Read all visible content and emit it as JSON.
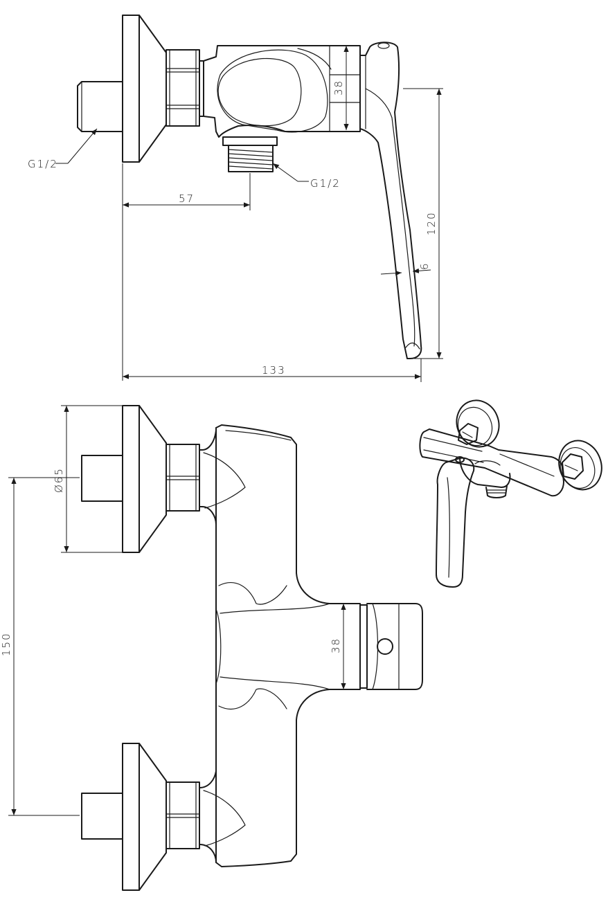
{
  "side_view": {
    "thread_inlet": "G1/2",
    "thread_outlet": "G1/2",
    "dim_inlet_to_outlet": "57",
    "dim_overall_depth": "133",
    "dim_body_height": "38",
    "dim_handle_height": "120",
    "dim_handle_thickness": "6"
  },
  "front_view": {
    "dim_flange_diameter": "Ø65",
    "dim_center_distance": "150",
    "dim_body_height": "38"
  },
  "colors": {
    "line": "#1a1a1a",
    "background": "#ffffff"
  }
}
